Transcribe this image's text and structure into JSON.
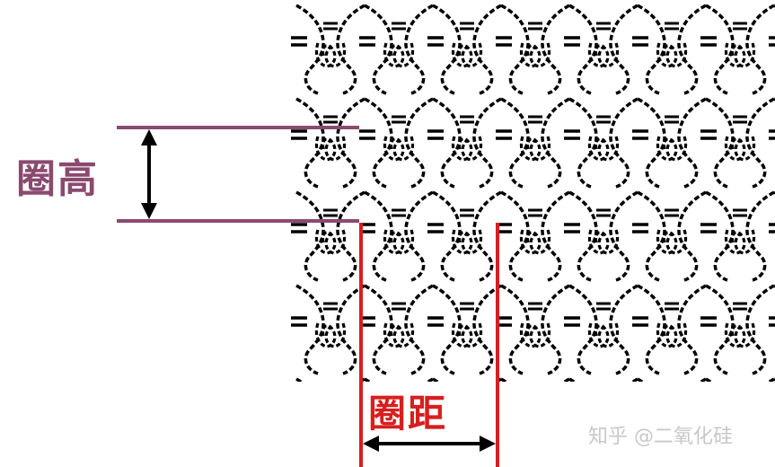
{
  "labels": {
    "loop_height": "圈高",
    "loop_pitch": "圈距"
  },
  "watermark": "知乎 @二氧化硅",
  "colors": {
    "height_marker": "#8a4a6e",
    "pitch_marker": "#d81e1e",
    "yarn": "#000000",
    "arrow": "#000000"
  }
}
